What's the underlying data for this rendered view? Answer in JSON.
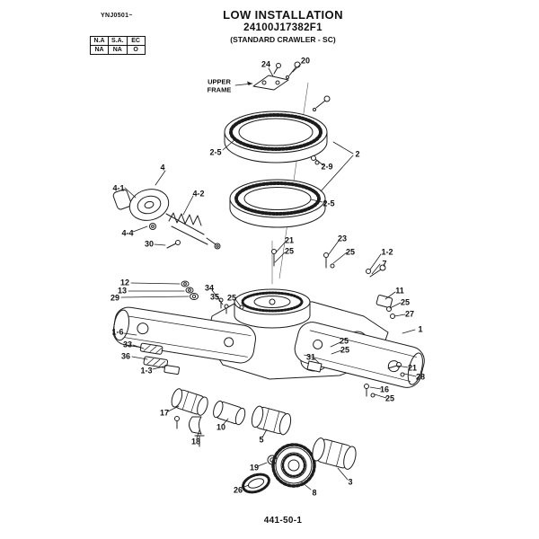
{
  "page": {
    "code": "YNJ0501~",
    "title": "LOW INSTALLATION",
    "part_number": "24100J17382F1",
    "subtitle": "(STANDARD CRAWLER - SC)",
    "footer": "441-50-1"
  },
  "region_table": {
    "rows": [
      [
        "N.A",
        "S.A.",
        "EC"
      ],
      [
        "NA",
        "NA",
        "O"
      ]
    ]
  },
  "annotations": {
    "upper_frame": "UPPER\nFRAME"
  },
  "callouts": [
    "20",
    "24",
    "2-5",
    "2",
    "2-9",
    "2-5",
    "4",
    "4-1",
    "4-2",
    "4-4",
    "30",
    "21",
    "25",
    "23",
    "25",
    "1-2",
    "7",
    "12",
    "13",
    "29",
    "34",
    "35",
    "25",
    "11",
    "25",
    "27",
    "1",
    "1-6",
    "33",
    "36",
    "1-3",
    "25",
    "25",
    "31",
    "21",
    "28",
    "16",
    "25",
    "17",
    "18",
    "10",
    "5",
    "19",
    "26",
    "8",
    "3"
  ]
}
